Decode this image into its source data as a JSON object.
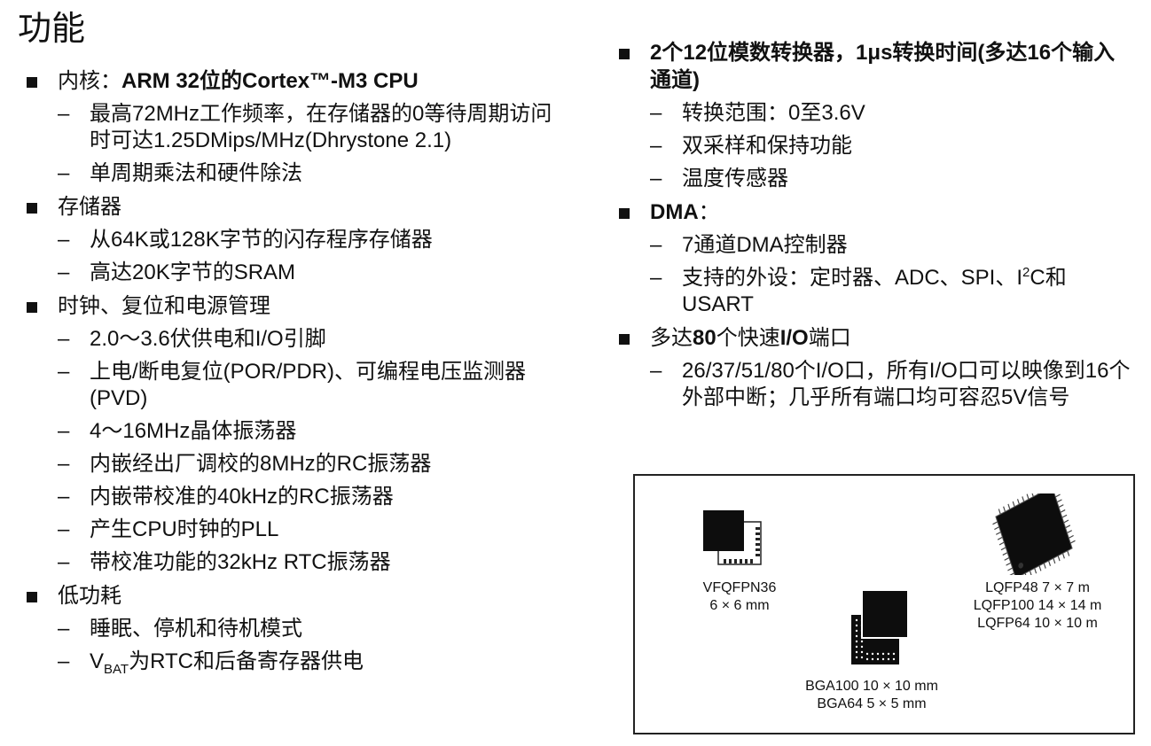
{
  "title": "功能",
  "left": {
    "features": [
      {
        "head_prefix": "内核：",
        "head_bold": "ARM 32位的Cortex™-M3 CPU",
        "subs": [
          "最高72MHz工作频率，在存储器的0等待周期访问时可达1.25DMips/MHz(Dhrystone 2.1)",
          "单周期乘法和硬件除法"
        ]
      },
      {
        "head_prefix": "存储器",
        "head_bold": "",
        "subs": [
          "从64K或128K字节的闪存程序存储器",
          "高达20K字节的SRAM"
        ]
      },
      {
        "head_prefix": "时钟、复位和电源管理",
        "head_bold": "",
        "subs": [
          "2.0～3.6伏供电和I/O引脚",
          "上电/断电复位(POR/PDR)、可编程电压监测器(PVD)",
          "4～16MHz晶体振荡器",
          "内嵌经出厂调校的8MHz的RC振荡器",
          "内嵌带校准的40kHz的RC振荡器",
          "产生CPU时钟的PLL",
          "带校准功能的32kHz RTC振荡器"
        ]
      },
      {
        "head_prefix": "低功耗",
        "head_bold": "",
        "subs": [
          "睡眠、停机和待机模式"
        ],
        "vbat": {
          "v": "V",
          "sub": "BAT",
          "rest": "为RTC和后备寄存器供电"
        }
      }
    ]
  },
  "right": {
    "features": [
      {
        "head_bold": "2个12位模数转换器，1μs转换时间(多达16个输入通道)",
        "subs": [
          "转换范围：0至3.6V",
          "双采样和保持功能",
          "温度传感器"
        ]
      },
      {
        "head_bold": "DMA",
        "head_suffix": "：",
        "subs": [
          "7通道DMA控制器"
        ],
        "i2c": {
          "before": "支持的外设：定时器、ADC、SPI、I",
          "sup": "2",
          "after": "C和USART"
        }
      },
      {
        "head_bold_parts": {
          "a": "多达",
          "b": "80",
          "c": "个快速",
          "d": "I/O",
          "e": "端口"
        },
        "subs": [
          "26/37/51/80个I/O口，所有I/O口可以映像到16个外部中断；几乎所有端口均可容忍5V信号"
        ]
      }
    ]
  },
  "packages": {
    "vfqfpn": [
      "VFQFPN36",
      "6 × 6 mm"
    ],
    "lqfp": [
      "LQFP48 7 × 7 m",
      "LQFP100 14 × 14 m",
      "LQFP64 10 × 10 m"
    ],
    "bga": [
      "BGA100 10 × 10 mm",
      "BGA64 5 × 5 mm"
    ]
  }
}
